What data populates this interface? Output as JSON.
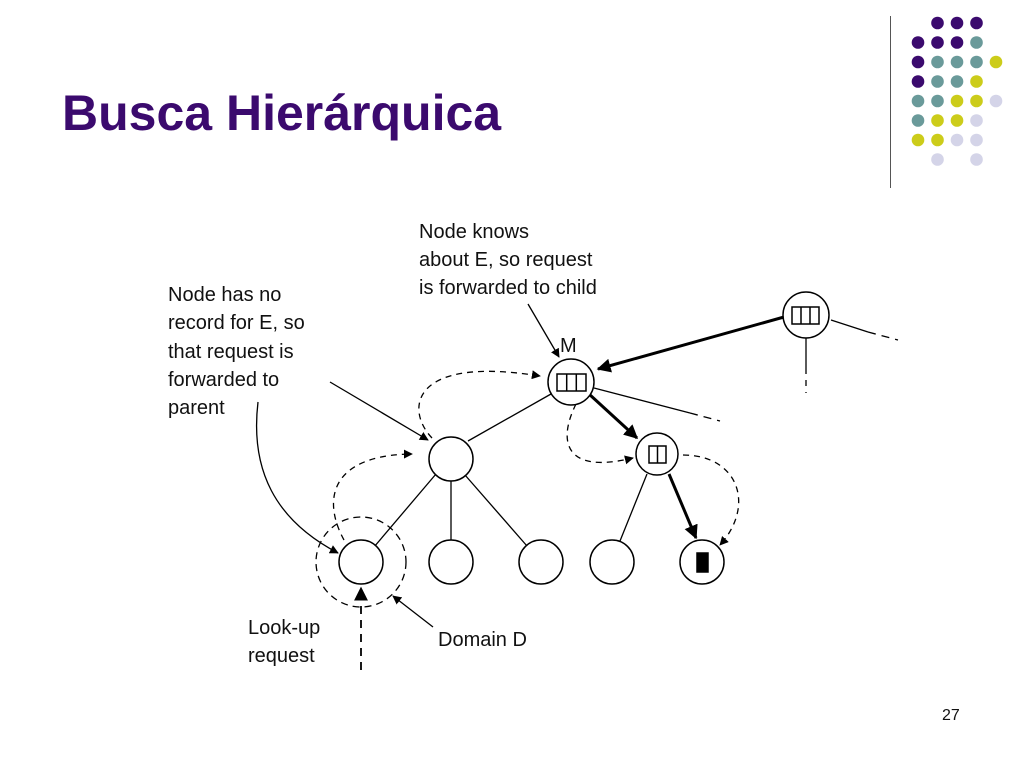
{
  "slide": {
    "title": "Busca Hierárquica",
    "page_number": "27"
  },
  "decoration": {
    "dot_colors": {
      "purple": "#3b0a6e",
      "teal": "#6a9a9a",
      "yellow": "#cccc1a",
      "lavender": "#d4d4e8"
    }
  },
  "diagram": {
    "node_label_m": "M",
    "annotation_child": [
      "Node knows",
      "about E, so request",
      "is forwarded to child"
    ],
    "annotation_parent": [
      "Node has no",
      "record for E, so",
      "that request is",
      "forwarded to",
      "parent"
    ],
    "annotation_lookup": [
      "Look-up",
      "request"
    ],
    "annotation_domain": "Domain D"
  }
}
